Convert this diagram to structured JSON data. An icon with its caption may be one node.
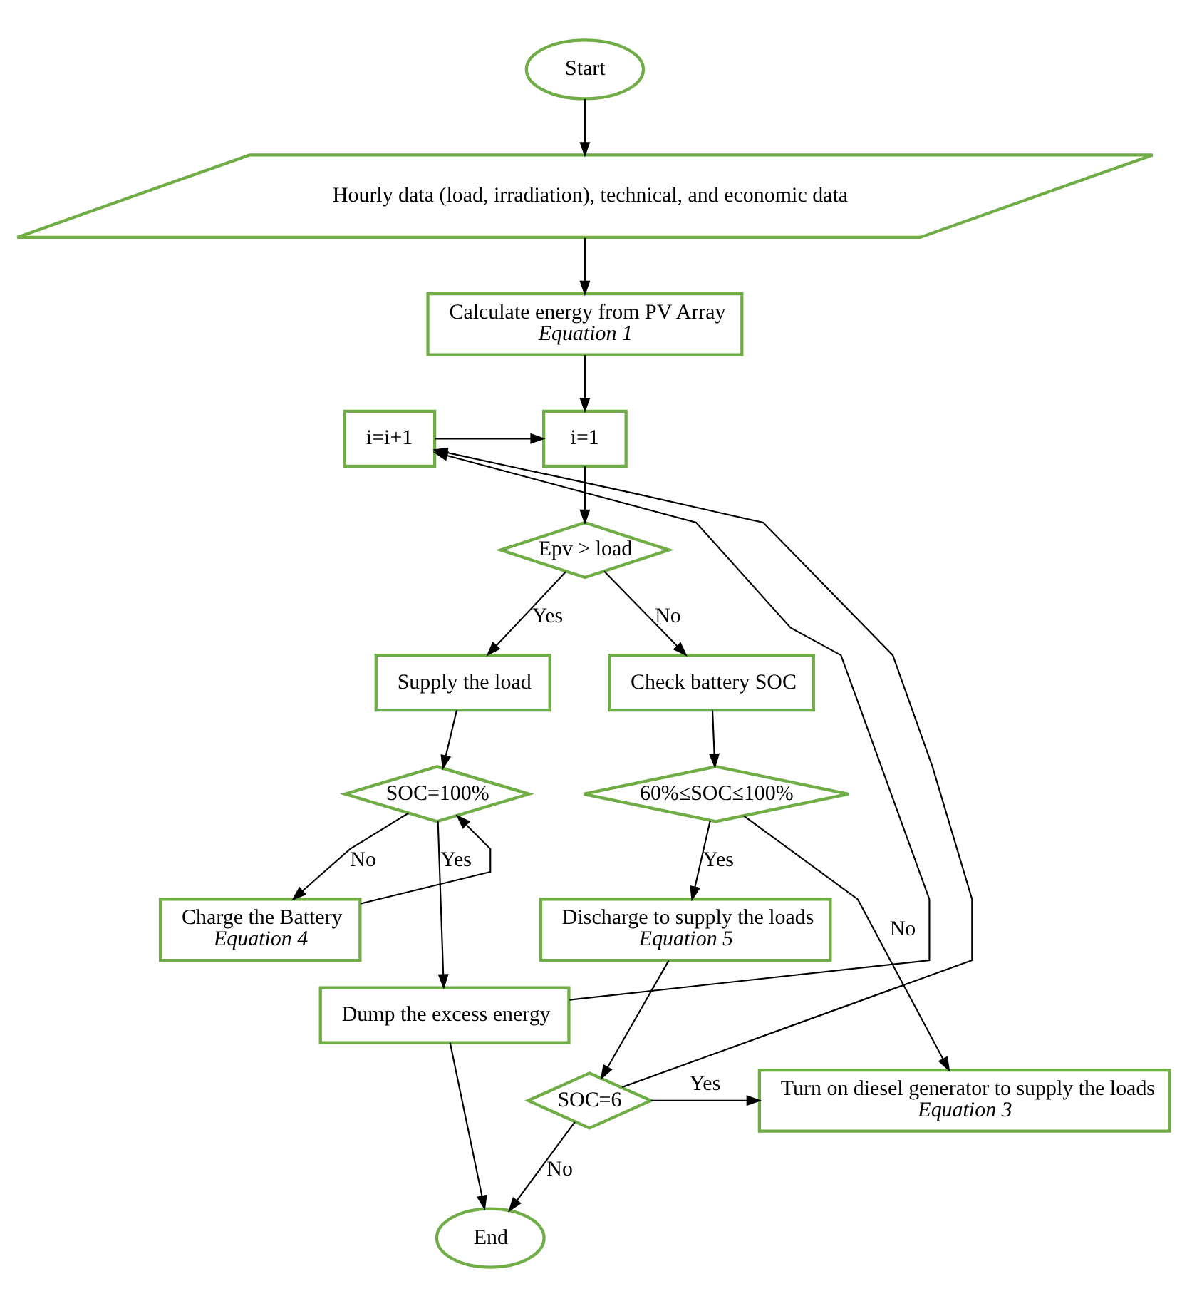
{
  "diagram": {
    "nodes": [
      {
        "text": [
          "Start"
        ]
      },
      {
        "text": [
          "Hourly data (load, irradiation), technical, and economic data"
        ]
      },
      {
        "text": [
          "Calculate energy from PV Array",
          "Equation 1"
        ]
      },
      {
        "text": [
          "i=i+1"
        ]
      },
      {
        "text": [
          "i=1"
        ]
      },
      {
        "text": [
          "Epv > load"
        ]
      },
      {
        "text": [
          "Supply the load"
        ]
      },
      {
        "text": [
          "Check battery SOC"
        ]
      },
      {
        "text": [
          "SOC=100%"
        ]
      },
      {
        "text": [
          "60%≤SOC≤100%"
        ]
      },
      {
        "text": [
          "Charge the Battery",
          "Equation 4"
        ]
      },
      {
        "text": [
          "Discharge to supply the loads",
          "Equation 5"
        ]
      },
      {
        "text": [
          "Dump the excess energy"
        ]
      },
      {
        "text": [
          "SOC=6"
        ]
      },
      {
        "text": [
          "Turn on diesel generator to supply the loads",
          "Equation 3"
        ]
      },
      {
        "text": [
          "End"
        ]
      }
    ],
    "edges": [
      {
        "from": 0,
        "to": 1,
        "arrow": "to"
      },
      {
        "from": 1,
        "to": 2,
        "arrow": "to"
      },
      {
        "from": 2,
        "to": 4,
        "arrow": "to"
      },
      {
        "from": 3,
        "to": 4,
        "arrow": "to"
      },
      {
        "from": 4,
        "to": 5,
        "arrow": "to"
      },
      {
        "from": 5,
        "to": 6,
        "arrow": "to",
        "label": "Yes"
      },
      {
        "from": 5,
        "to": 7,
        "arrow": "to",
        "label": "No"
      },
      {
        "from": 6,
        "to": 8,
        "arrow": "to"
      },
      {
        "from": 8,
        "to": 10,
        "arrow": "to",
        "label": "No"
      },
      {
        "from": 10,
        "to": 8,
        "arrow": "to"
      },
      {
        "from": 8,
        "to": 12,
        "arrow": "to",
        "label": "Yes"
      },
      {
        "from": 7,
        "to": 9,
        "arrow": "to"
      },
      {
        "from": 9,
        "to": 11,
        "arrow": "to",
        "label": "Yes"
      },
      {
        "from": 9,
        "to": 14,
        "arrow": "to",
        "label": "No"
      },
      {
        "from": 11,
        "to": 13,
        "arrow": "to"
      },
      {
        "from": 13,
        "to": 14,
        "arrow": "to",
        "label": "Yes"
      },
      {
        "from": 13,
        "to": 15,
        "arrow": "to",
        "label": "No"
      },
      {
        "from": 12,
        "to": 15,
        "arrow": "to"
      },
      {
        "from": 13,
        "to": 3,
        "arrow": "to"
      },
      {
        "from": 12,
        "to": 3,
        "arrow": "to"
      }
    ]
  }
}
